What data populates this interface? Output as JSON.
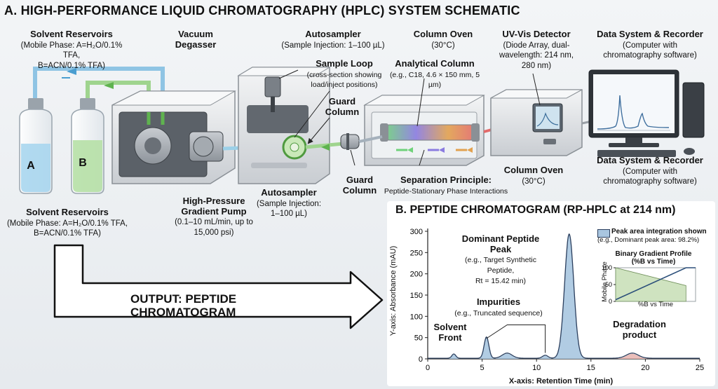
{
  "title": "A. HIGH-PERFORMANCE LIQUID CHROMATOGRAPHY (HPLC) SYSTEM SCHEMATIC",
  "labels": {
    "solvent_title": "Solvent Reservoirs",
    "solvent_sub1": "(Mobile Phase: A=H₂O/0.1% TFA,",
    "solvent_sub2": "B=ACN/0.1% TFA)",
    "bottle_a": "A",
    "bottle_b": "B",
    "degasser_1": "Vacuum",
    "degasser_2": "Degasser",
    "autosampler_title": "Autosampler",
    "autosampler_sub": "(Sample Injection: 1–100 µL)",
    "autosampler_sub_a": "(Sample Injection:",
    "autosampler_sub_b": "1–100 µL)",
    "sample_loop_title": "Sample Loop",
    "sample_loop_sub1": "(cross-section showing",
    "sample_loop_sub2": "load/inject positions)",
    "guard_1": "Guard",
    "guard_2": "Column",
    "column_oven_title": "Column Oven",
    "column_oven_sub": "(30°C)",
    "analytical_title": "Analytical Column",
    "analytical_sub": "(e.g., C18, 4.6 × 150 mm, 5 µm)",
    "uv_title": "UV-Vis Detector",
    "uv_sub1": "(Diode Array, dual-",
    "uv_sub2": "wavelength: 214 nm,",
    "uv_sub3": "280 nm)",
    "data_title": "Data System & Recorder",
    "data_sub1": "(Computer with",
    "data_sub2": "chromatography software)",
    "pump_1": "High-Pressure",
    "pump_2": "Gradient Pump",
    "pump_sub1": "(0.1–10 mL/min, up to",
    "pump_sub2": "15,000 psi)",
    "separation_title": "Separation Principle:",
    "separation_sub": "Peptide-Stationary Phase Interactions",
    "output": "OUTPUT: PEPTIDE CHROMATOGRAM"
  },
  "colors": {
    "solvent_a": "#a9d6ee",
    "solvent_b": "#b6e0a6",
    "tube_a": "#8fc4e4",
    "tube_b": "#9fd48e",
    "peak_fill": "#a9c6e0",
    "peak_line": "#2b3f5e",
    "degradation_fill": "#e9b7b2",
    "gradient_fill": "#cfe3c0",
    "gradient_line": "#2b4f7a"
  },
  "chart_data": {
    "type": "line",
    "title": "B. PEPTIDE CHROMATOGRAM (RP-HPLC at 214 nm)",
    "xlabel": "X-axis: Retention Time (min)",
    "ylabel": "Y-axis: Absorbance (mAU)",
    "xlim": [
      0,
      25
    ],
    "ylim": [
      0,
      300
    ],
    "xticks": [
      0,
      5,
      10,
      15,
      20,
      25
    ],
    "yticks": [
      0,
      50,
      100,
      150,
      200,
      250,
      300
    ],
    "peaks": [
      {
        "rt": 2.4,
        "height": 10,
        "width": 0.18
      },
      {
        "rt": 5.4,
        "height": 50,
        "width": 0.22
      },
      {
        "rt": 7.3,
        "height": 12,
        "width": 0.45
      },
      {
        "rt": 10.8,
        "height": 7,
        "width": 0.25
      },
      {
        "rt": 13.0,
        "height": 292,
        "width": 0.42
      },
      {
        "rt": 18.8,
        "height": 12,
        "width": 0.55
      }
    ],
    "annotations": {
      "dominant_title": "Dominant Peptide Peak",
      "dominant_sub1": "(e.g., Target Synthetic Peptide,",
      "dominant_sub2": "Rt = 15.42 min)",
      "impurities_title": "Impurities",
      "impurities_sub": "(e.g., Truncated sequence)",
      "solvent_front_1": "Solvent",
      "solvent_front_2": "Front",
      "degradation_1": "Degradation",
      "degradation_2": "product"
    },
    "legend": {
      "entry": "Peak area integration shown",
      "sub": "(e.g., Dominant peak area: 98.2%)",
      "placement": "top-right"
    },
    "inset": {
      "type": "area",
      "title_1": "Binary Gradient Profile",
      "title_2": "(%B vs Time)",
      "ylabel": "Mobile Phase",
      "xlabel": "%B vs Time",
      "yticks": [
        0,
        50,
        100
      ],
      "ylim": [
        0,
        100
      ],
      "xlim": [
        0,
        25
      ],
      "gradient_points": [
        [
          0,
          5
        ],
        [
          22,
          100
        ],
        [
          25,
          100
        ]
      ],
      "fill_points": [
        [
          0,
          100
        ],
        [
          22,
          47
        ],
        [
          22,
          0
        ]
      ]
    }
  }
}
